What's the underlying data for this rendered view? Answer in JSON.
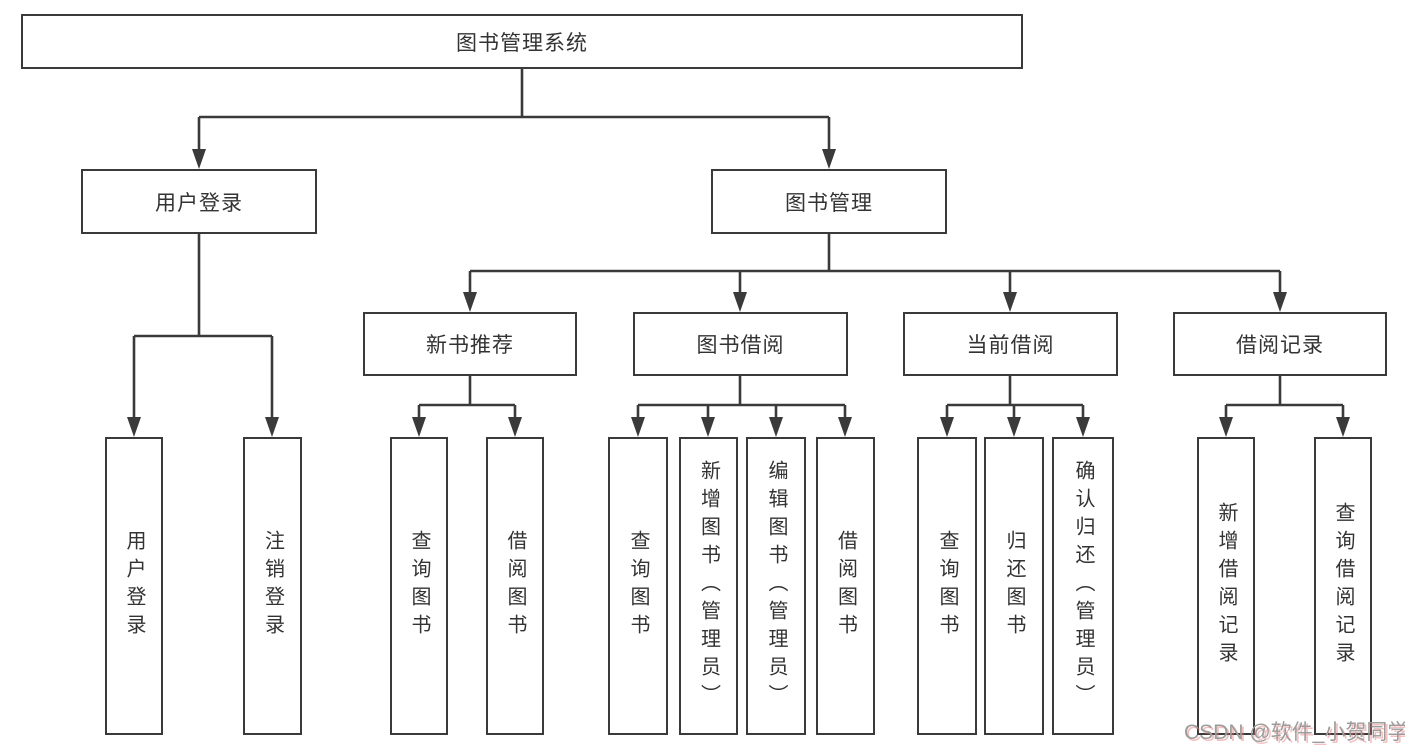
{
  "diagram": {
    "root": {
      "label": "图书管理系统"
    },
    "level2": [
      {
        "label": "用户登录"
      },
      {
        "label": "图书管理"
      }
    ],
    "level3": [
      {
        "label": "新书推荐"
      },
      {
        "label": "图书借阅"
      },
      {
        "label": "当前借阅"
      },
      {
        "label": "借阅记录"
      }
    ],
    "leaves": [
      {
        "label": "用户登录"
      },
      {
        "label": "注销登录"
      },
      {
        "label": "查询图书"
      },
      {
        "label": "借阅图书"
      },
      {
        "label": "查询图书"
      },
      {
        "label": "新增图书（管理员）"
      },
      {
        "label": "编辑图书（管理员）"
      },
      {
        "label": "借阅图书"
      },
      {
        "label": "查询图书"
      },
      {
        "label": "归还图书"
      },
      {
        "label": "确认归还（管理员）"
      },
      {
        "label": "新增借阅记录"
      },
      {
        "label": "查询借阅记录"
      }
    ]
  },
  "watermark": {
    "text": "CSDN @软件_小贺同学"
  },
  "colors": {
    "line": "#3a3a3a",
    "text": "#333333",
    "bg": "#ffffff",
    "watermark_gray": "#9c9c9c",
    "watermark_red": "#e57373"
  }
}
